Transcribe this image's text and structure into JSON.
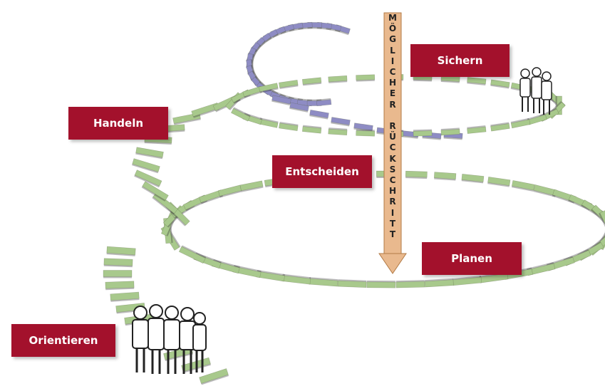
{
  "labels": {
    "sichern": "Sichern",
    "handeln": "Handeln",
    "entscheiden": "Entscheiden",
    "planen": "Planen",
    "orientieren": "Orientieren"
  },
  "arrow": {
    "text": "MÖGLICHER RÜCKSCHRITT"
  },
  "colors": {
    "label_bg": "#a3112c",
    "step_green": "#a8c98c",
    "step_purple": "#8e8cc4",
    "arrow_fill": "#e9b98e"
  }
}
